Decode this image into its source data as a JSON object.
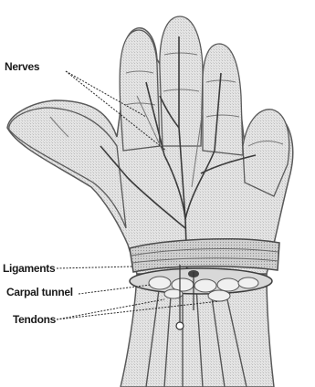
{
  "labels": {
    "nerves": "Nerves",
    "ligaments": "Ligaments",
    "carpal_tunnel": "Carpal tunnel",
    "tendons": "Tendons"
  },
  "colors": {
    "skin_fill": "#e6e6e6",
    "outline": "#5a5a5a",
    "nerve": "#3c3c3c",
    "ligament": "#9a9a9a",
    "leader_line": "#2a2a2a"
  }
}
